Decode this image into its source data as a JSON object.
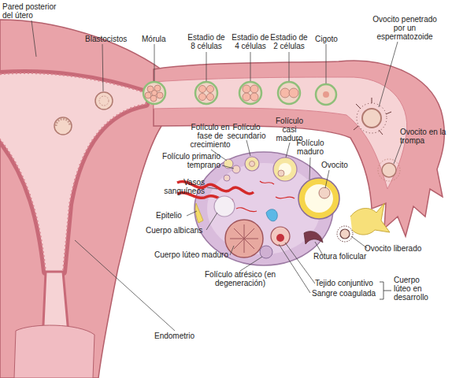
{
  "diagram": {
    "labels": [
      "Pared posterior del útero",
      "Blastocistos",
      "Mórula",
      "Estadio de 8 células",
      "Estadio de 4 células",
      "Estadio de 2 células",
      "Cigoto",
      "Ovocito penetrado por un espermatozoide",
      "Ovocito en la trompa",
      "Folículo en fase de crecimiento",
      "Folículo secundario",
      "Folículo casi maduro",
      "Folículo maduro",
      "Folículo primario temprano",
      "Ovocito",
      "Vasos sanguíneos",
      "Epitelio",
      "Cuerpo albicans",
      "Cuerpo lúteo maduro",
      "Ovocito liberado",
      "Rotura folicular",
      "Folículo atrésico (en degeneración)",
      "Tejido conjuntivo",
      "Sangre coagulada",
      "Cuerpo lúteo en desarrollo",
      "Endometrio"
    ]
  }
}
